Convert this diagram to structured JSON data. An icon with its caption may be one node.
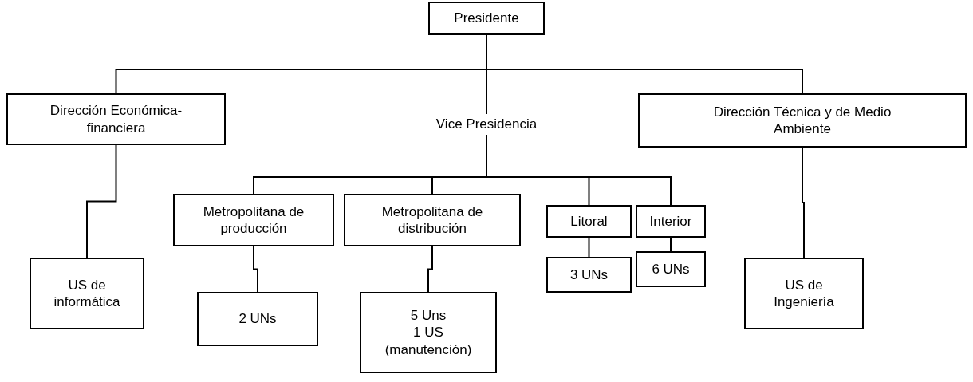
{
  "diagram": {
    "nodes": [
      {
        "text": [
          "Presidente"
        ]
      },
      {
        "text": [
          "Dirección Económica-financiera"
        ]
      },
      {
        "text": [
          "Vice Presidencia"
        ]
      },
      {
        "text": [
          "Dirección Técnica y de Medio Ambiente"
        ]
      },
      {
        "text": [
          "US de informática"
        ]
      },
      {
        "text": [
          "Metropolitana de producción"
        ]
      },
      {
        "text": [
          "Metropolitana de distribución"
        ]
      },
      {
        "text": [
          "Litoral"
        ]
      },
      {
        "text": [
          "Interior"
        ]
      },
      {
        "text": [
          "US de Ingeniería"
        ]
      },
      {
        "text": [
          "2 UNs"
        ]
      },
      {
        "text": [
          "5 Uns",
          "1 US",
          "(manutención)"
        ]
      },
      {
        "text": [
          "3 UNs"
        ]
      },
      {
        "text": [
          "6 UNs"
        ]
      }
    ],
    "edges": [
      {
        "from": 0,
        "to": 1,
        "arrow": "none"
      },
      {
        "from": 0,
        "to": 2,
        "arrow": "none"
      },
      {
        "from": 0,
        "to": 3,
        "arrow": "none"
      },
      {
        "from": 1,
        "to": 4,
        "arrow": "none"
      },
      {
        "from": 2,
        "to": 5,
        "arrow": "none"
      },
      {
        "from": 2,
        "to": 6,
        "arrow": "none"
      },
      {
        "from": 2,
        "to": 7,
        "arrow": "none"
      },
      {
        "from": 2,
        "to": 8,
        "arrow": "none"
      },
      {
        "from": 3,
        "to": 9,
        "arrow": "none"
      },
      {
        "from": 5,
        "to": 10,
        "arrow": "none"
      },
      {
        "from": 6,
        "to": 11,
        "arrow": "none"
      },
      {
        "from": 7,
        "to": 12,
        "arrow": "none"
      },
      {
        "from": 8,
        "to": 13,
        "arrow": "none"
      }
    ]
  }
}
